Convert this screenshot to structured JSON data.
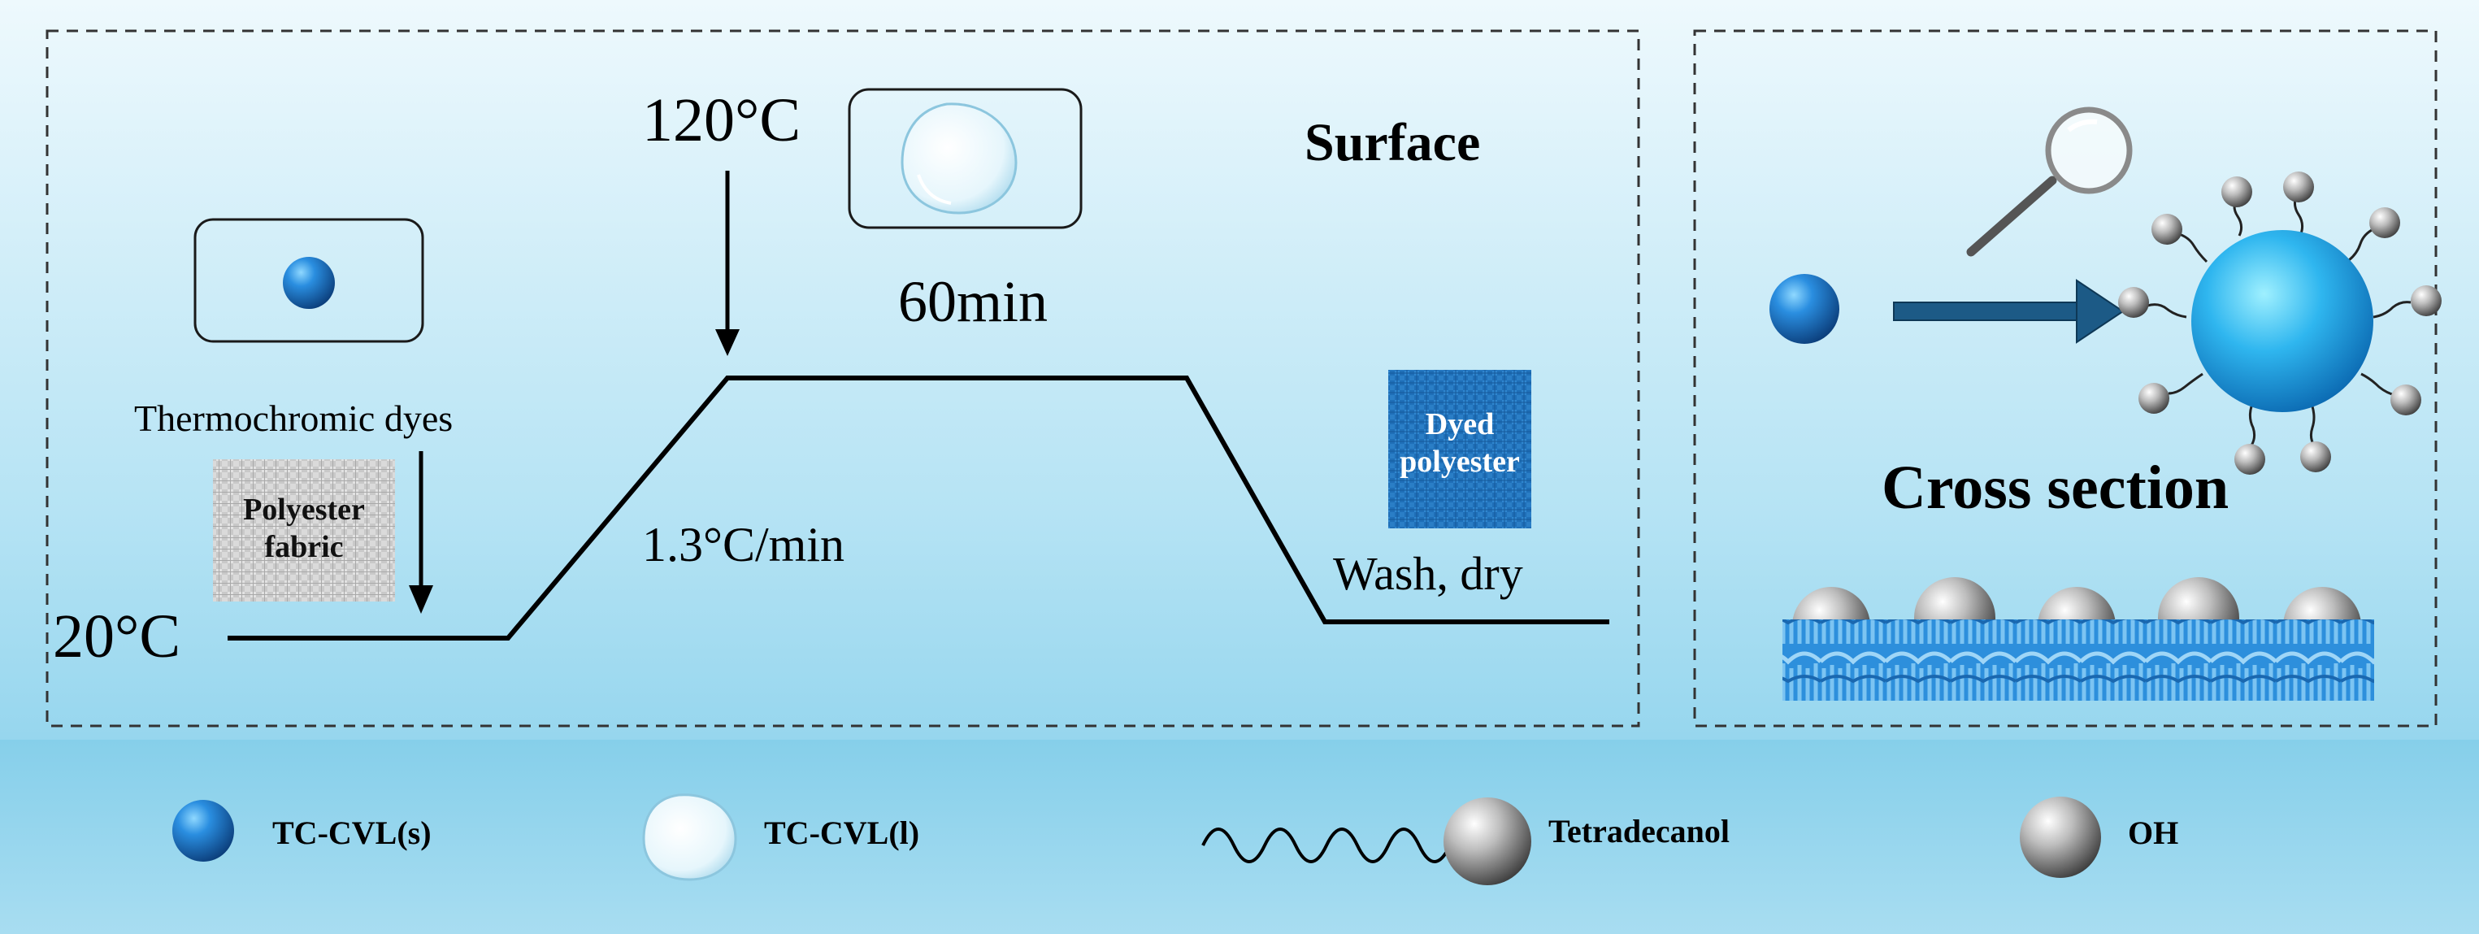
{
  "surface_panel": {
    "title": "Surface",
    "temp_high": "120°C",
    "temp_low": "20°C",
    "hold_time": "60min",
    "ramp_rate": "1.3°C/min",
    "dye_label": "Thermochromic dyes",
    "fabric_label": "Polyester fabric",
    "dyed_label": "Dyed polyester",
    "finish_label": "Wash, dry"
  },
  "cross_panel": {
    "title": "Cross section"
  },
  "legend": {
    "items": [
      {
        "label": "TC-CVL(s)",
        "icon": "solid-blue-sphere-icon"
      },
      {
        "label": "TC-CVL(l)",
        "icon": "liquid-droplet-icon"
      },
      {
        "label": "Tetradecanol",
        "icon": "wavy-chain-sphere-icon"
      },
      {
        "label": "OH",
        "icon": "grey-sphere-icon"
      }
    ]
  },
  "colors": {
    "background_top": "#eaf8fd",
    "background_bottom": "#7fcdea",
    "legend_band": "#8fd3ec",
    "sphere_blue": "#1f78c8",
    "fabric_blue": "#2a8fd8",
    "line": "#000000"
  }
}
